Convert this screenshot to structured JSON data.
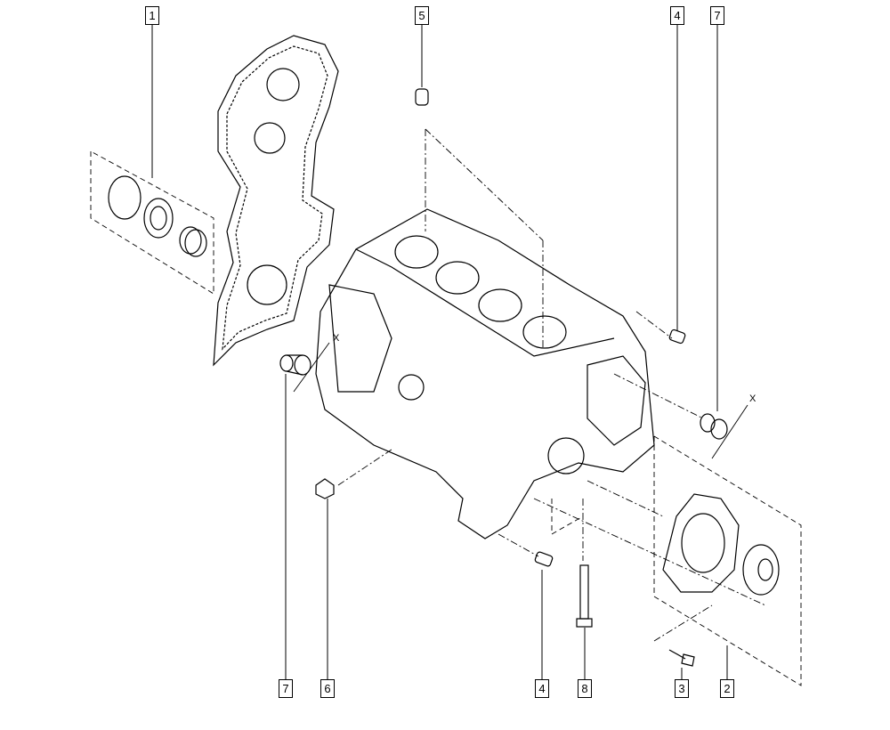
{
  "callouts": {
    "top": [
      "1",
      "5",
      "4",
      "7"
    ],
    "bottom": [
      "7",
      "6",
      "4",
      "8",
      "3",
      "2"
    ]
  },
  "dimension_label": "X"
}
